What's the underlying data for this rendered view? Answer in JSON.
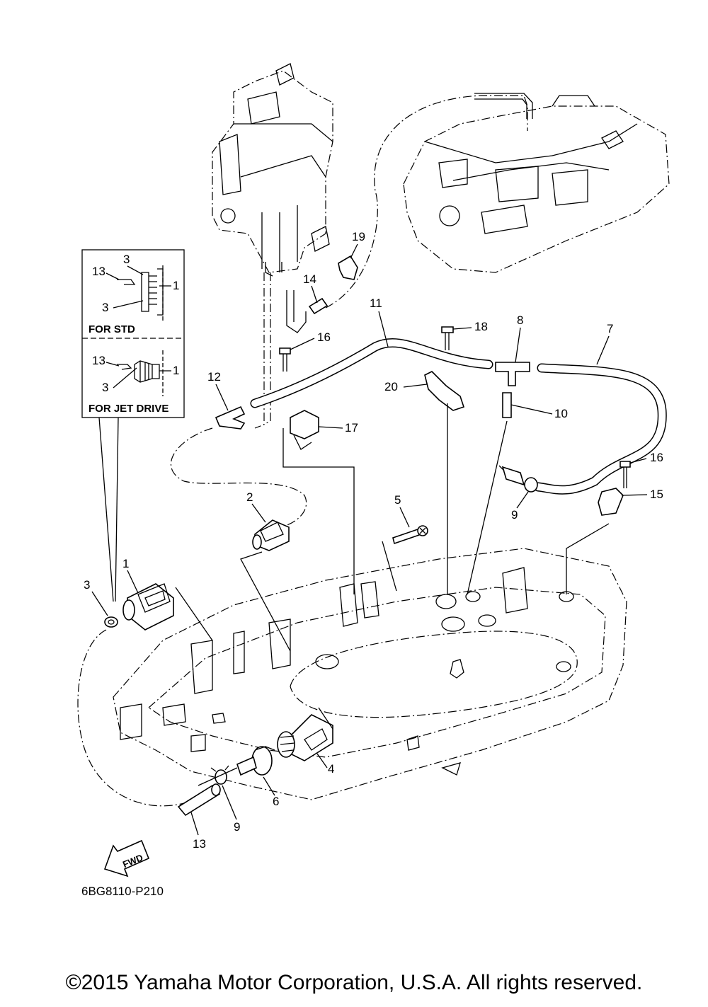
{
  "callouts": [
    {
      "id": "c1a",
      "text": "1"
    },
    {
      "id": "c2",
      "text": "2"
    },
    {
      "id": "c3a",
      "text": "3"
    },
    {
      "id": "c4",
      "text": "4"
    },
    {
      "id": "c5",
      "text": "5"
    },
    {
      "id": "c6",
      "text": "6"
    },
    {
      "id": "c7",
      "text": "7"
    },
    {
      "id": "c8",
      "text": "8"
    },
    {
      "id": "c9a",
      "text": "9"
    },
    {
      "id": "c9b",
      "text": "9"
    },
    {
      "id": "c10",
      "text": "10"
    },
    {
      "id": "c11",
      "text": "11"
    },
    {
      "id": "c12",
      "text": "12"
    },
    {
      "id": "c13a",
      "text": "13"
    },
    {
      "id": "c14",
      "text": "14"
    },
    {
      "id": "c15",
      "text": "15"
    },
    {
      "id": "c16a",
      "text": "16"
    },
    {
      "id": "c16b",
      "text": "16"
    },
    {
      "id": "c17",
      "text": "17"
    },
    {
      "id": "c18",
      "text": "18"
    },
    {
      "id": "c19",
      "text": "19"
    },
    {
      "id": "c20",
      "text": "20"
    }
  ],
  "inset": {
    "std": {
      "label": "FOR STD",
      "callouts": [
        "13",
        "3",
        "1",
        "3"
      ]
    },
    "jet": {
      "label": "FOR JET DRIVE",
      "callouts": [
        "13",
        "1",
        "3"
      ]
    }
  },
  "fwd_label": "FWD",
  "diagram_code": "6BG8110-P210",
  "copyright": "©2015 Yamaha Motor Corporation, U.S.A. All rights reserved."
}
